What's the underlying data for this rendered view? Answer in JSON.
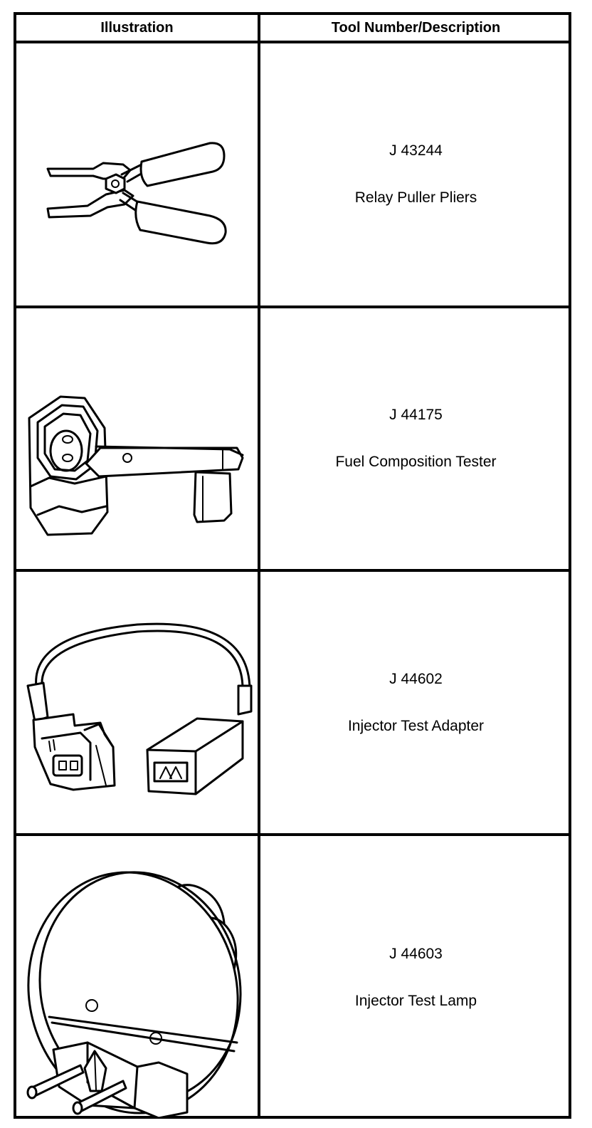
{
  "table": {
    "headers": {
      "illustration": "Illustration",
      "tool": "Tool Number/Description"
    },
    "rows": [
      {
        "number": "J 43244",
        "description": "Relay Puller Pliers",
        "icon": "relay-puller-pliers-icon"
      },
      {
        "number": "J 44175",
        "description": "Fuel Composition Tester",
        "icon": "fuel-composition-tester-icon"
      },
      {
        "number": "J 44602",
        "description": "Injector Test Adapter",
        "icon": "injector-test-adapter-icon"
      },
      {
        "number": "J 44603",
        "description": "Injector Test Lamp",
        "icon": "injector-test-lamp-icon"
      }
    ]
  }
}
